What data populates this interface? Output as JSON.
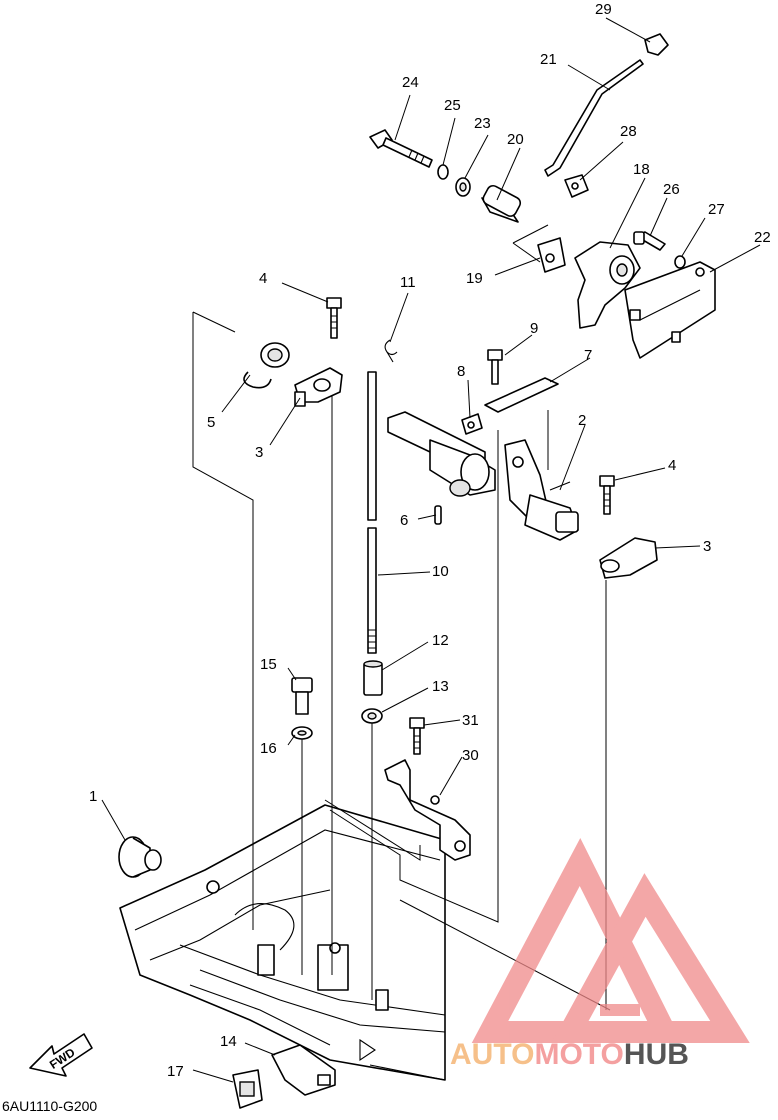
{
  "diagram": {
    "part_code": "6AU1110-G200",
    "direction_label": "FWD",
    "watermark": {
      "parts": [
        "AUTO",
        "MOTO",
        "HUB"
      ],
      "colors": [
        "#f6c08a",
        "#f4a0a0",
        "#555555"
      ]
    },
    "callouts": [
      "1",
      "2",
      "3",
      "3",
      "4",
      "4",
      "5",
      "6",
      "7",
      "8",
      "9",
      "10",
      "11",
      "12",
      "13",
      "14",
      "15",
      "16",
      "17",
      "18",
      "19",
      "20",
      "21",
      "22",
      "23",
      "24",
      "25",
      "26",
      "27",
      "28",
      "29",
      "30",
      "31"
    ]
  }
}
